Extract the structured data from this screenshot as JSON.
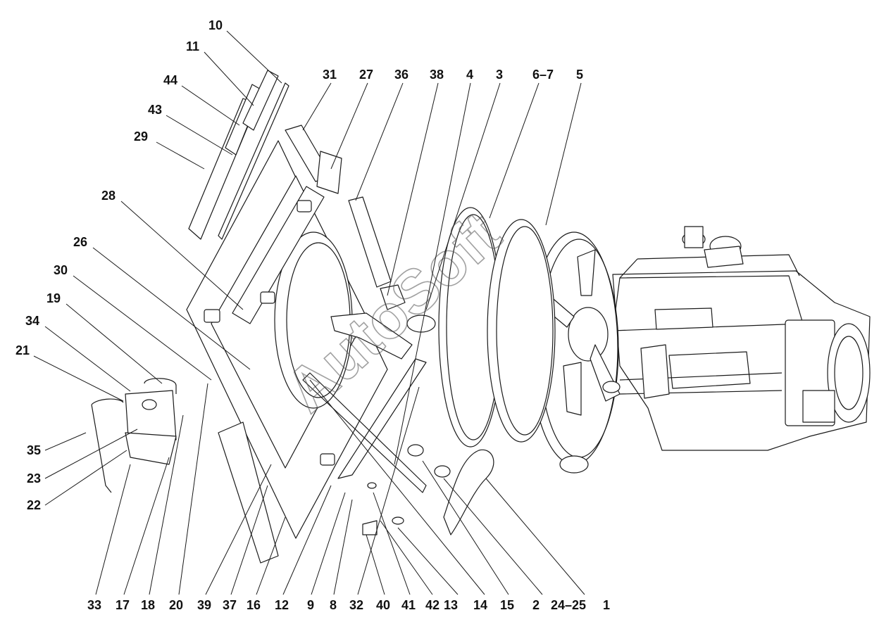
{
  "callouts_top": [
    "10",
    "11",
    "44",
    "43",
    "29",
    "31",
    "27",
    "36",
    "38",
    "4",
    "3",
    "6–7",
    "5"
  ],
  "callouts_left": [
    "28",
    "26",
    "30",
    "19",
    "34",
    "21",
    "35",
    "23",
    "22"
  ],
  "callouts_bottom": [
    "33",
    "17",
    "18",
    "20",
    "39",
    "37",
    "16",
    "12",
    "9",
    "8",
    "32",
    "40",
    "41",
    "42",
    "13",
    "14",
    "15",
    "2",
    "24–25",
    "1"
  ],
  "watermark": "AutoSoft"
}
